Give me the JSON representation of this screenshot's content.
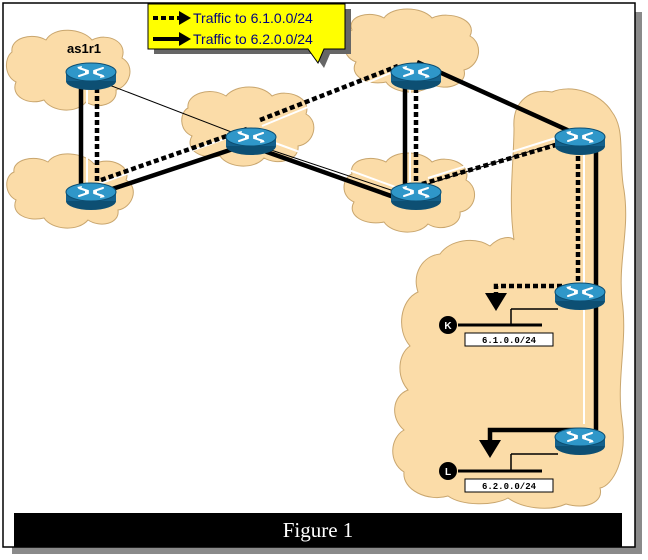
{
  "figure": {
    "caption": "Figure 1"
  },
  "legend": {
    "items": [
      {
        "label": "Traffic to 6.1.0.0/24",
        "style": "dotted"
      },
      {
        "label": "Traffic to 6.2.0.0/24",
        "style": "solid"
      }
    ]
  },
  "routers": {
    "as1r1_label": "as1r1"
  },
  "hosts": {
    "k": {
      "letter": "K",
      "prefix": "6.1.0.0/24"
    },
    "l": {
      "letter": "L",
      "prefix": "6.2.0.0/24"
    }
  },
  "colors": {
    "cloud_fill": "#fbdca8",
    "cloud_stroke": "#c9a66e",
    "router_blue": "#1a7fb0",
    "legend_bg": "#ffff00",
    "legend_text": "#000080",
    "caption_bg": "#000000",
    "caption_text": "#ffffff",
    "frame_shadow": "#8a8a8a"
  }
}
